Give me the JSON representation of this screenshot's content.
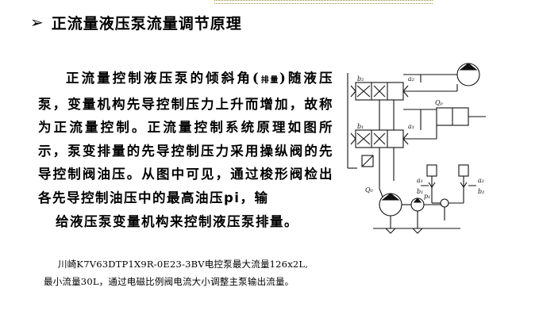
{
  "header": {
    "bullet": "➢",
    "title": "正流量液压泵流量调节原理"
  },
  "body": {
    "p1_a": "正流量控制液压泵的倾斜角(",
    "p1_small": "排量",
    "p1_b": ")随液压泵，变量机构先导控制压力上升而增加，故称为正流量控制。正流量控制系统原理如图所示，泵变排量的先导控制压力采用操纵阀的先导控制阀油压。从图中可见，通过梭形阀检出各先导控制油压中的最高油压",
    "p1_pi": "pi",
    "p1_c": "，输",
    "p1_last": "给液压泵变量机构来控制液压泵排量。"
  },
  "note": {
    "line1": "川崎K7V63DTP1X9R-0E23-3BV电控泵最大流量126x2L,",
    "line2": "最小流量30L，通过电磁比例阀电流大小调整主泵输出流量。"
  },
  "diagram": {
    "labels": {
      "b2": "b₂",
      "a2": "a₂",
      "b1": "b₁",
      "a1": "a₁",
      "qo": "Q₀",
      "qp": "Qₚ",
      "p1": "p₁",
      "a1r": "a₁",
      "b1r": "b₁",
      "a2r": "a₂",
      "b2r": "b₂"
    }
  }
}
